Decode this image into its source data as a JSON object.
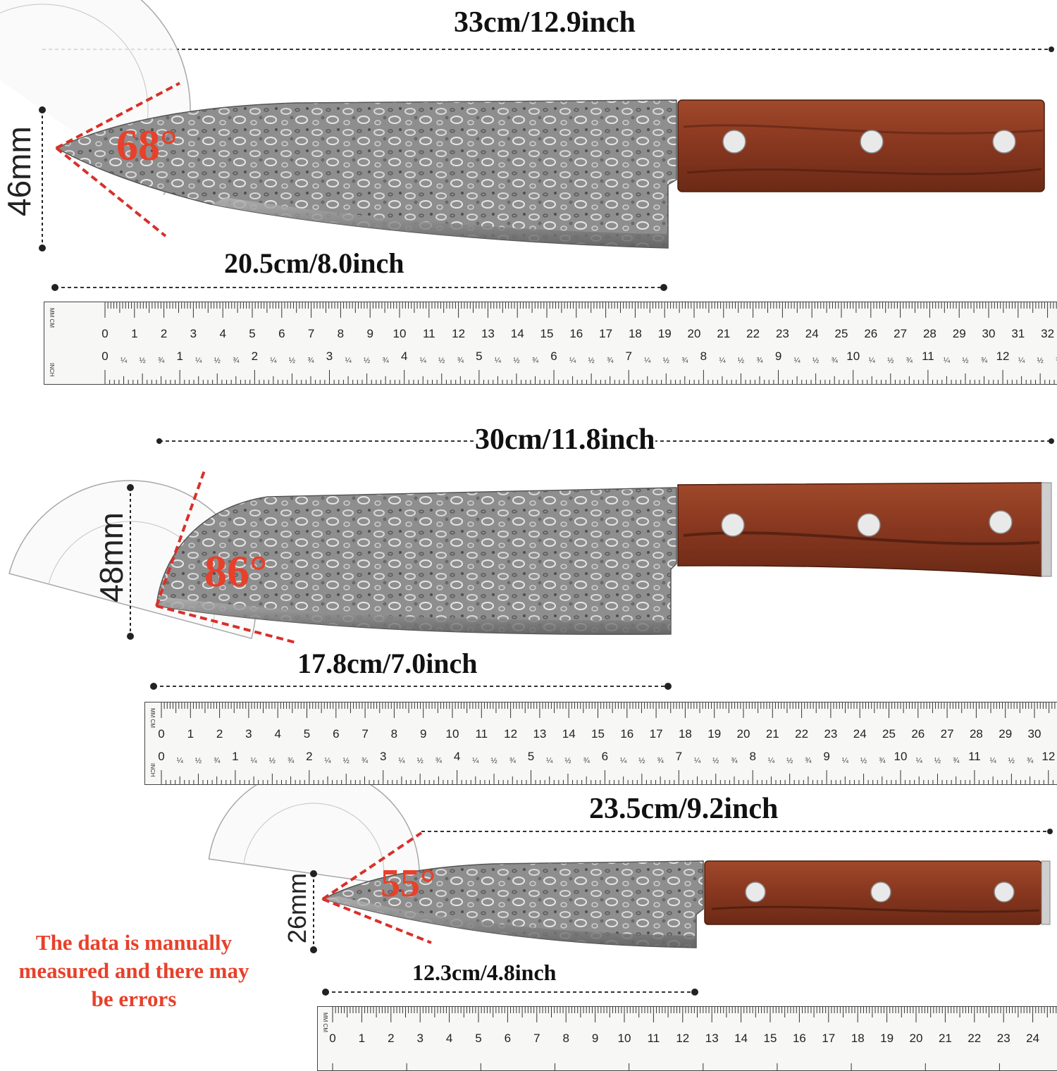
{
  "note": "The data is manually measured and there may be errors",
  "knives": [
    {
      "overall": "33cm/12.9inch",
      "blade": "20.5cm/8.0inch",
      "thickness": "46mm",
      "angle": "68°"
    },
    {
      "overall": "30cm/11.8inch",
      "blade": "17.8cm/7.0inch",
      "thickness": "48mm",
      "angle": "86°"
    },
    {
      "overall": "23.5cm/9.2inch",
      "blade": "12.3cm/4.8inch",
      "thickness": "26mm",
      "angle": "55°"
    }
  ],
  "ruler": {
    "unit_cm": "MM CM",
    "unit_inch": "INCH"
  },
  "colors": {
    "accent": "#e8402a",
    "handle": "#8a3b22",
    "blade": "#8f8f8f",
    "text": "#111111"
  }
}
